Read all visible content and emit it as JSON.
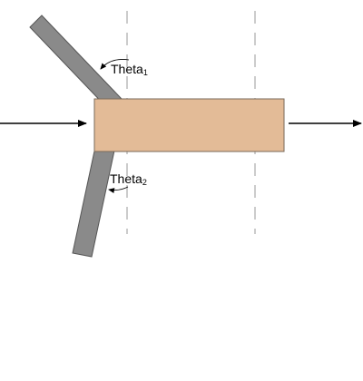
{
  "labels": {
    "theta1": {
      "base": "Theta",
      "sub": "1"
    },
    "theta2": {
      "base": "Theta",
      "sub": "2"
    }
  },
  "colors": {
    "block_fill": "#e3bb97",
    "block_stroke": "#7a6a5a",
    "bar_fill": "#8a8a8a",
    "bar_stroke": "#555555",
    "arrow": "#000000",
    "guide_line": "#999999"
  }
}
